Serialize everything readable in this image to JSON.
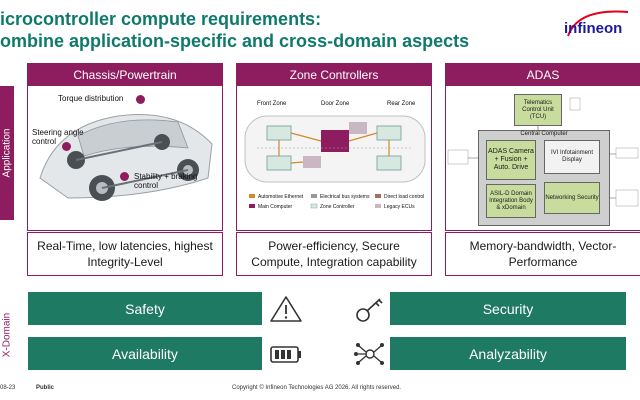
{
  "title_line1": "icrocontroller compute requirements:",
  "title_line2": "ombine application-specific and cross-domain aspects",
  "logo_text": "infineon",
  "side_labels": {
    "application": "Application",
    "xdomain": "X-Domain"
  },
  "panels": [
    {
      "header": "Chassis/Powertrain",
      "labels": [
        "Torque distribution",
        "Steering angle control",
        "Stability + braking control"
      ],
      "requirement": "Real-Time, low latencies, highest Integrity-Level"
    },
    {
      "header": "Zone Controllers",
      "zones": [
        "Front Zone",
        "Door Zone",
        "Rear Zone"
      ],
      "legend": [
        "Automotive Ethernet",
        "Electrical bus systems",
        "Direct load control",
        "Main Computer",
        "Zone Controller",
        "Legacy ECUs"
      ],
      "requirement": "Power-efficiency, Secure Compute, Integration capability"
    },
    {
      "header": "ADAS",
      "telematics": "Telematics Control Unit (TCU)",
      "central": "Central Computer",
      "adas_box": "ADAS Camera + Fusion + Auto. Drive",
      "ivi": "IVI Infotainment Display",
      "asil": "ASIL-D Domain Integration Body & xDomain",
      "networking": "Networking Security",
      "requirement": "Memory-bandwidth, Vector-Performance"
    }
  ],
  "bars": {
    "safety": "Safety",
    "security": "Security",
    "availability": "Availability",
    "analyzability": "Analyzability"
  },
  "footer": {
    "date": "08-23",
    "classification": "Public",
    "copyright": "Copyright © Infineon Technologies AG 2026. All rights reserved."
  },
  "colors": {
    "accent": "#8d1d5e",
    "green": "#1f7a63",
    "title": "#0f7a6b",
    "logo": "#e2001a"
  }
}
